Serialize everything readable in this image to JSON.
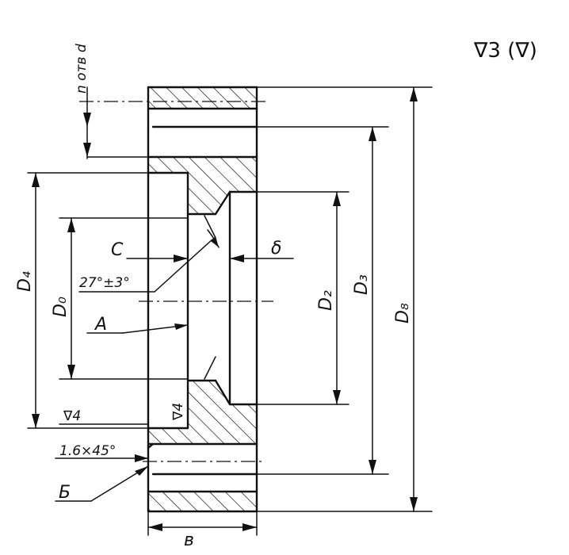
{
  "drawing": {
    "labels": {
      "holes": "n отв d",
      "surface_finish_general": "∇3 (∇)",
      "D4": "D₄",
      "D0": "D₀",
      "D2": "D₂",
      "D3": "D₃",
      "D8": "D₈",
      "C": "C",
      "delta": "δ",
      "angle": "27°±3°",
      "A": "A",
      "finish_bore": "∇4",
      "finish_face": "∇4",
      "chamfer": "1.6×45°",
      "B_cyr": "Б",
      "width": "в"
    }
  }
}
